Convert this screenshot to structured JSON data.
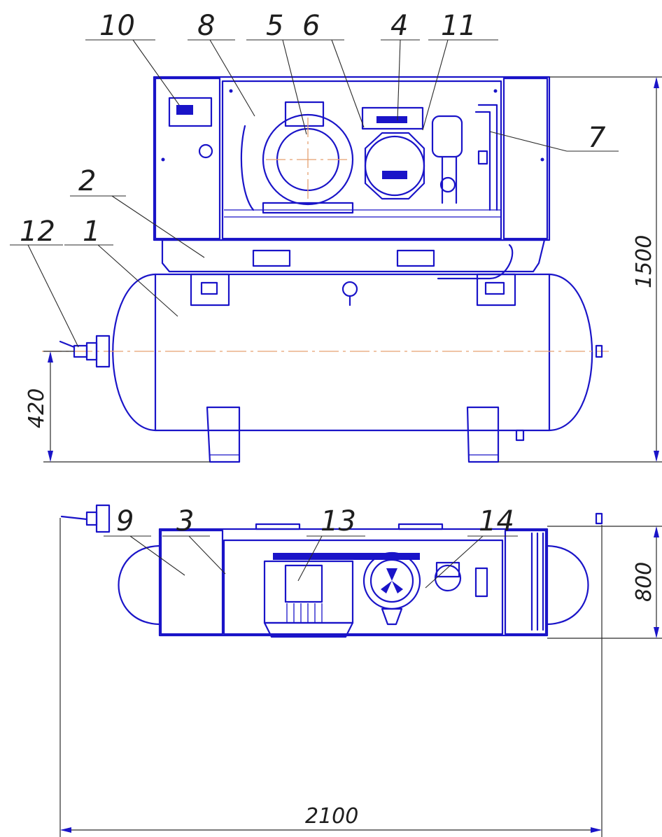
{
  "callouts_top": {
    "c10": "10",
    "c8": "8",
    "c5": "5",
    "c6": "6",
    "c4": "4",
    "c11": "11",
    "c7": "7",
    "c2": "2",
    "c12": "12",
    "c1": "1"
  },
  "callouts_bottom": {
    "c9": "9",
    "c3": "3",
    "c13": "13",
    "c14": "14"
  },
  "dimensions": {
    "height_total": "1500",
    "axis_height": "420",
    "depth": "800",
    "length": "2100"
  },
  "colors": {
    "line": "#1a14c8",
    "axis": "#e5a070",
    "dimension": "#2a2a2a"
  }
}
